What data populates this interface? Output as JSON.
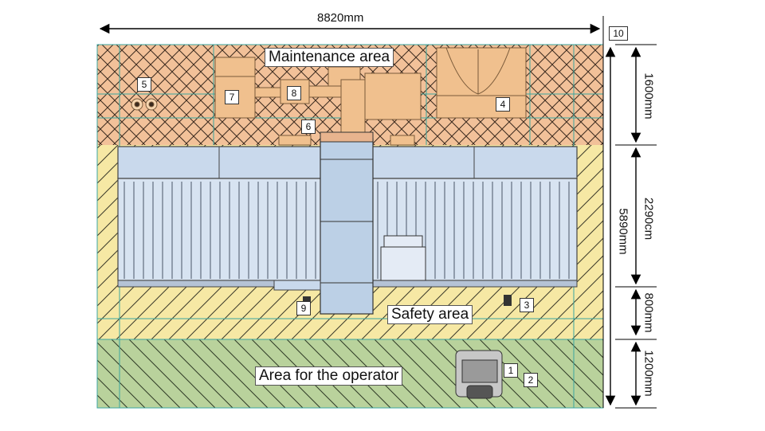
{
  "dimensions": {
    "total_width": "8820mm",
    "total_height": "5890mm",
    "maintenance_depth": "1600mm",
    "machine_depth": "2290cm",
    "safety_depth": "800mm",
    "operator_depth": "1200mm"
  },
  "areas": {
    "maintenance": "Maintenance area",
    "safety": "Safety area",
    "operator": "Area for the operator"
  },
  "callouts": [
    "1",
    "2",
    "3",
    "4",
    "5",
    "6",
    "7",
    "8",
    "9",
    "10"
  ],
  "colors": {
    "maintenance": "#f2c199",
    "safety": "#f6e8a4",
    "operator": "#b9d29c",
    "machine_panel": "#c9d9ec",
    "grid_line": "#3aa6a0"
  }
}
